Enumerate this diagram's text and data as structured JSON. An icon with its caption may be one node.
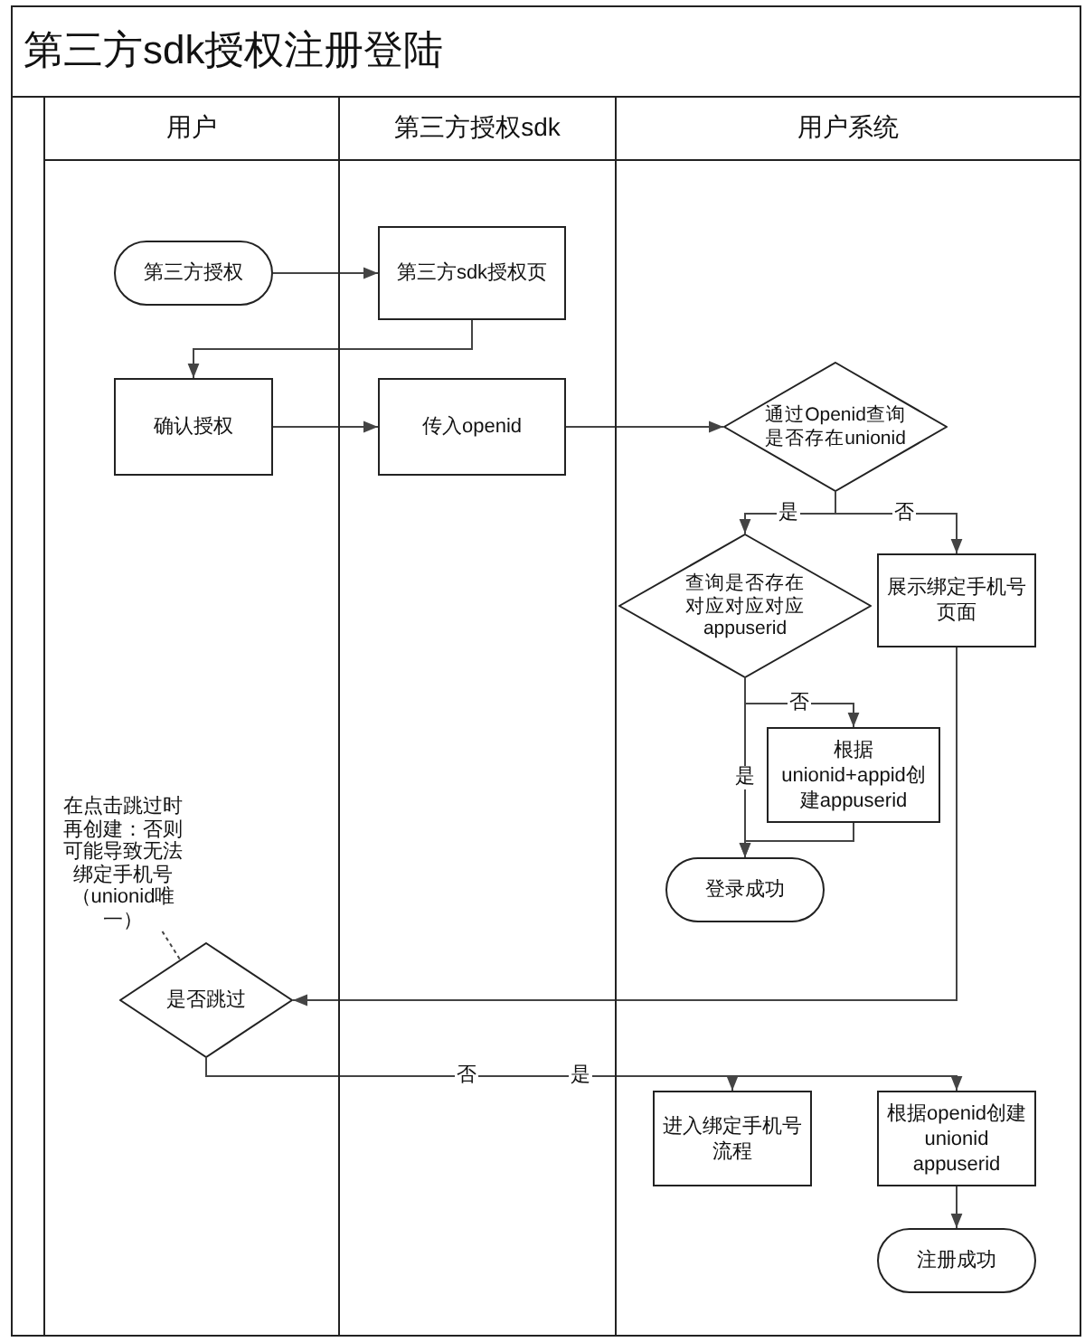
{
  "diagram": {
    "title": "第三方sdk授权注册登陆",
    "nodes": [
      {
        "text": [
          "用户"
        ]
      },
      {
        "text": [
          "第三方授权sdk"
        ]
      },
      {
        "text": [
          "用户系统"
        ]
      },
      {
        "text": [
          "第三方授权"
        ],
        "in": 0
      },
      {
        "text": [
          "第三方sdk授权页"
        ],
        "in": 1
      },
      {
        "text": [
          "确认授权"
        ],
        "in": 0
      },
      {
        "text": [
          "传入openid"
        ],
        "in": 1
      },
      {
        "text": [
          "通过Openid查询是否存在unionid"
        ],
        "in": 2
      },
      {
        "text": [
          "查询是否存在对应对应对应appuserid"
        ],
        "in": 2
      },
      {
        "text": [
          "展示绑定手机号页面"
        ],
        "in": 2
      },
      {
        "text": [
          "根据unionid+appid创建appuserid"
        ],
        "in": 2
      },
      {
        "text": [
          "登录成功"
        ],
        "in": 2
      },
      {
        "text": [
          "在点击跳过时再创建：否则可能导致无法绑定手机号（unionid唯一）"
        ],
        "in": 0
      },
      {
        "text": [
          "是否跳过"
        ],
        "in": 0
      },
      {
        "text": [
          "进入绑定手机号流程"
        ],
        "in": 2
      },
      {
        "text": [
          "根据openid创建unionid appuserid"
        ],
        "in": 2
      },
      {
        "text": [
          "注册成功"
        ],
        "in": 2
      }
    ],
    "edges": [
      {
        "from": 3,
        "to": 4,
        "arrow": "to"
      },
      {
        "from": 4,
        "to": 5,
        "arrow": "to"
      },
      {
        "from": 5,
        "to": 6,
        "arrow": "to"
      },
      {
        "from": 6,
        "to": 7,
        "arrow": "to"
      },
      {
        "from": 7,
        "to": 8,
        "arrow": "to",
        "label": "是"
      },
      {
        "from": 7,
        "to": 9,
        "arrow": "to",
        "label": "否"
      },
      {
        "from": 8,
        "to": 10,
        "arrow": "to",
        "label": "否"
      },
      {
        "from": 8,
        "to": 11,
        "arrow": "to",
        "label": "是"
      },
      {
        "from": 10,
        "to": 11,
        "arrow": "to"
      },
      {
        "from": 9,
        "to": 13,
        "arrow": "to"
      },
      {
        "from": 13,
        "to": 14,
        "arrow": "to",
        "label": "否"
      },
      {
        "from": 13,
        "to": 15,
        "arrow": "to",
        "label": "是"
      },
      {
        "from": 15,
        "to": 16,
        "arrow": "to"
      },
      {
        "from": 12,
        "to": 13,
        "arrow": "none",
        "style": "dashed"
      }
    ]
  }
}
